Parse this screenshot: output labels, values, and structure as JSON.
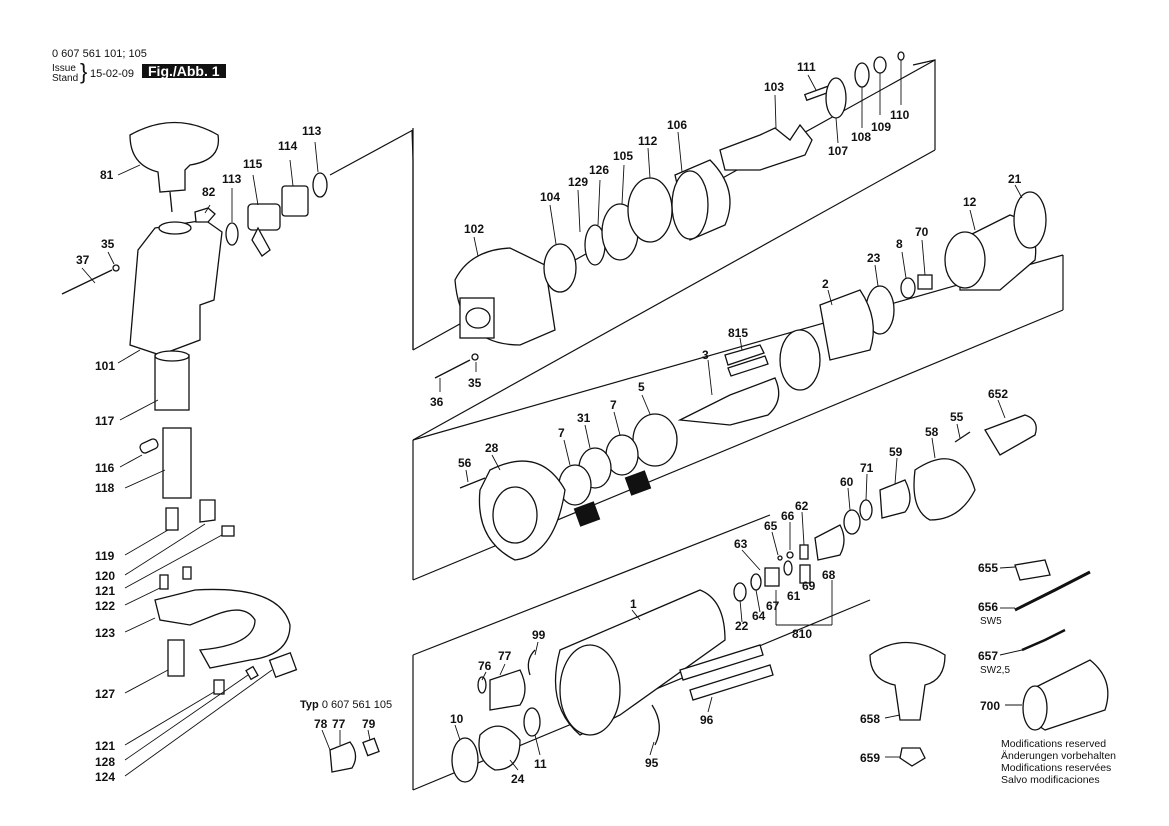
{
  "header": {
    "part_number": "0 607 561 101; 105",
    "issue_label_top": "Issue",
    "issue_label_bottom": "Stand",
    "date": "15-02-09",
    "figure": "Fig./Abb. 1"
  },
  "typ": {
    "prefix": "Typ",
    "value": "0 607 561 105"
  },
  "notes": [
    "Modifications reserved",
    "Änderungen vorbehalten",
    "Modifications reservées",
    "Salvo modificaciones"
  ],
  "labels": {
    "l81": "81",
    "l82": "82",
    "l113a": "113",
    "l115": "115",
    "l114": "114",
    "l113b": "113",
    "l35a": "35",
    "l37": "37",
    "l101": "101",
    "l117": "117",
    "l116": "116",
    "l118": "118",
    "l119": "119",
    "l120": "120",
    "l121a": "121",
    "l122": "122",
    "l123": "123",
    "l127": "127",
    "l121b": "121",
    "l128": "128",
    "l124": "124",
    "l102": "102",
    "l104": "104",
    "l129": "129",
    "l126": "126",
    "l105": "105",
    "l112": "112",
    "l106": "106",
    "l103": "103",
    "l111": "111",
    "l107": "107",
    "l108": "108",
    "l109": "109",
    "l110": "110",
    "l36": "36",
    "l35b": "35",
    "l21": "21",
    "l12": "12",
    "l70": "70",
    "l8": "8",
    "l23": "23",
    "l2": "2",
    "l815": "815",
    "l3": "3",
    "l28": "28",
    "l56": "56",
    "l7a": "7",
    "l31": "31",
    "l7b": "7",
    "l5": "5",
    "l652": "652",
    "l55": "55",
    "l58": "58",
    "l59": "59",
    "l71": "71",
    "l60": "60",
    "l62": "62",
    "l66": "66",
    "l65": "65",
    "l63": "63",
    "l67": "67",
    "l61": "61",
    "l69": "69",
    "l68": "68",
    "l64": "64",
    "l22": "22",
    "l810": "810",
    "l1": "1",
    "l99": "99",
    "l76": "76",
    "l77a": "77",
    "l96": "96",
    "l10": "10",
    "l24": "24",
    "l11": "11",
    "l95": "95",
    "l78": "78",
    "l77b": "77",
    "l79": "79",
    "l655": "655",
    "l656": "656",
    "l657": "657",
    "l658": "658",
    "l659": "659",
    "l700": "700"
  },
  "sublabels": {
    "sw5": "SW5",
    "sw25": "SW2,5"
  }
}
